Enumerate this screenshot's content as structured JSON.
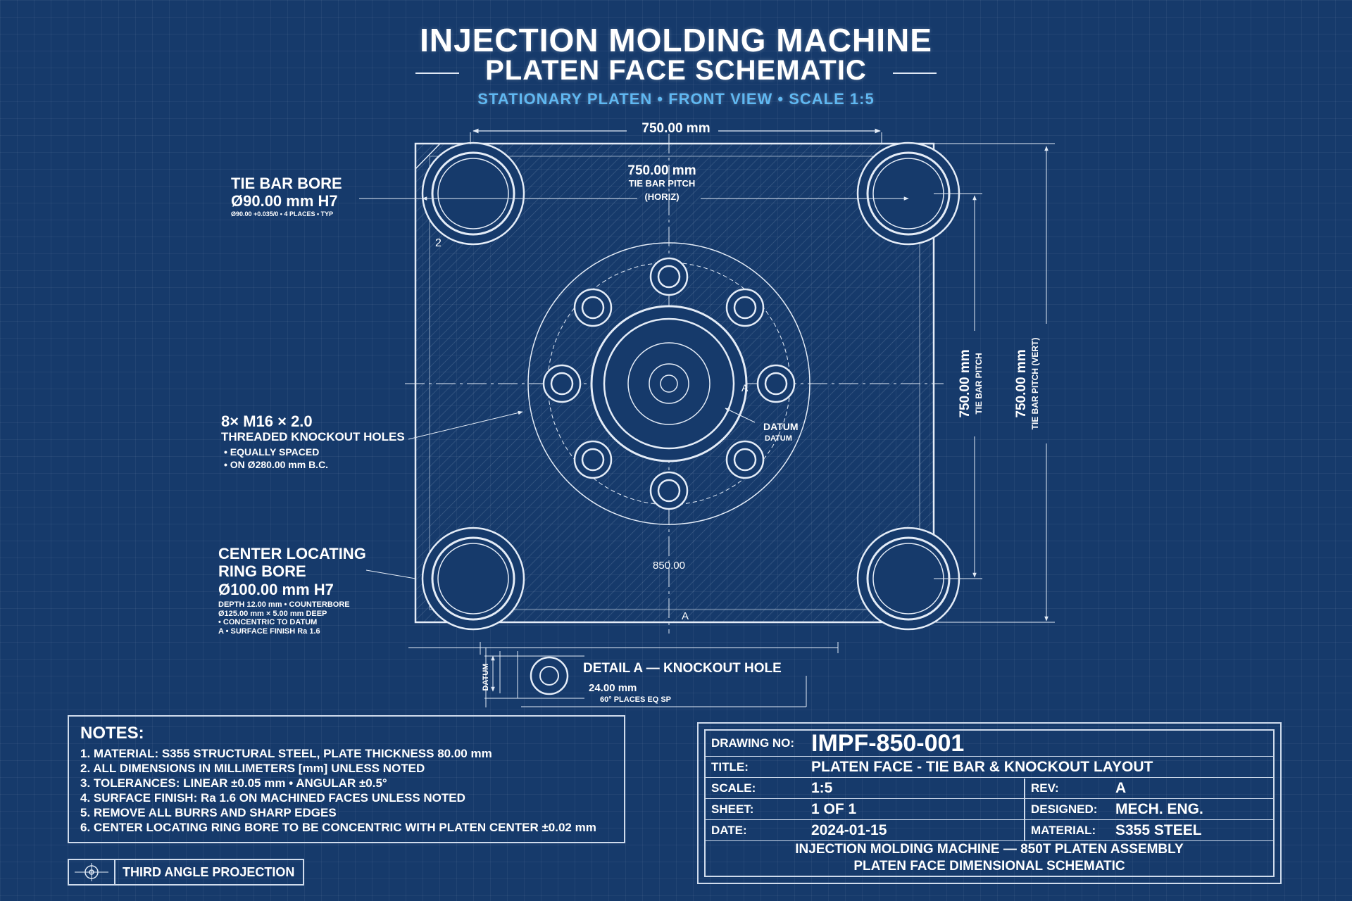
{
  "header": {
    "title_line1": "INJECTION MOLDING MACHINE",
    "title_line2": "PLATEN FACE SCHEMATIC",
    "subtitle": "STATIONARY PLATEN • FRONT VIEW • SCALE 1:5"
  },
  "drawing": {
    "dim_top_width": "750.00 mm",
    "dim_horiz_pitch": "750.00 mm",
    "dim_horiz_pitch_label1": "TIE BAR PITCH",
    "dim_horiz_pitch_label2": "(HORIZ)",
    "dim_vert_inner": "750.00 mm",
    "dim_vert_inner_label": "TIE BAR PITCH",
    "dim_vert_outer": "750.00 mm",
    "dim_vert_outer_label": "TIE BAR PITCH (VERT)",
    "dim_850": "850.00",
    "marker_2": "2",
    "marker_a_center": "A",
    "marker_a_bottom": "A",
    "datum_label": "DATUM",
    "datum_label2": "DATUM"
  },
  "callouts": {
    "tie_bar": {
      "title": "TIE BAR BORE",
      "size": "Ø90.00 mm H7",
      "note": "Ø90.00 +0.035/0 • 4 PLACES • TYP"
    },
    "knockout": {
      "title": "8× M16 × 2.0",
      "subtitle": "THREADED KNOCKOUT HOLES",
      "note1": "• EQUALLY SPACED",
      "note2": "• ON Ø280.00 mm B.C."
    },
    "locating_ring": {
      "title1": "CENTER LOCATING",
      "title2": "RING BORE",
      "size": "Ø100.00 mm H7",
      "note1": "DEPTH 12.00 mm • COUNTERBORE",
      "note2": "Ø125.00 mm × 5.00 mm DEEP",
      "note3": "• CONCENTRIC TO DATUM",
      "note4": "A • SURFACE FINISH Ra 1.6"
    }
  },
  "detail": {
    "title": "DETAIL A — KNOCKOUT HOLE",
    "dim": "24.00 mm",
    "note": "60° PLACES EQ SP",
    "side_label": "DATUM"
  },
  "notes": {
    "title": "NOTES:",
    "items": [
      "1. MATERIAL: S355 STRUCTURAL STEEL, PLATE THICKNESS 80.00 mm",
      "2. ALL DIMENSIONS IN MILLIMETERS [mm] UNLESS NOTED",
      "3. TOLERANCES: LINEAR ±0.05 mm • ANGULAR ±0.5°",
      "4. SURFACE FINISH: Ra 1.6 ON MACHINED FACES UNLESS NOTED",
      "5. REMOVE ALL BURRS AND SHARP EDGES",
      "6. CENTER LOCATING RING BORE TO BE CONCENTRIC WITH PLATEN CENTER ±0.02 mm"
    ]
  },
  "projection": {
    "label": "THIRD ANGLE PROJECTION",
    "icon": "third-angle-projection-icon"
  },
  "title_block": {
    "drawing_no_label": "DRAWING NO:",
    "drawing_no": "IMPF-850-001",
    "title_label": "TITLE:",
    "title": "PLATEN FACE - TIE BAR & KNOCKOUT LAYOUT",
    "scale_label": "SCALE:",
    "scale": "1:5",
    "rev_label": "REV:",
    "rev": "A",
    "sheet_label": "SHEET:",
    "sheet": "1 OF 1",
    "designed_label": "DESIGNED:",
    "designed": "MECH. ENG.",
    "date_label": "DATE:",
    "date": "2024-01-15",
    "material_label": "MATERIAL:",
    "material": "S355 STEEL",
    "footer1": "INJECTION MOLDING MACHINE — 850T PLATEN ASSEMBLY",
    "footer2": "PLATEN FACE DIMENSIONAL SCHEMATIC"
  },
  "colors": {
    "background": "#163a6b",
    "line": "#e4ecf7",
    "accent": "#5fb8f2"
  }
}
